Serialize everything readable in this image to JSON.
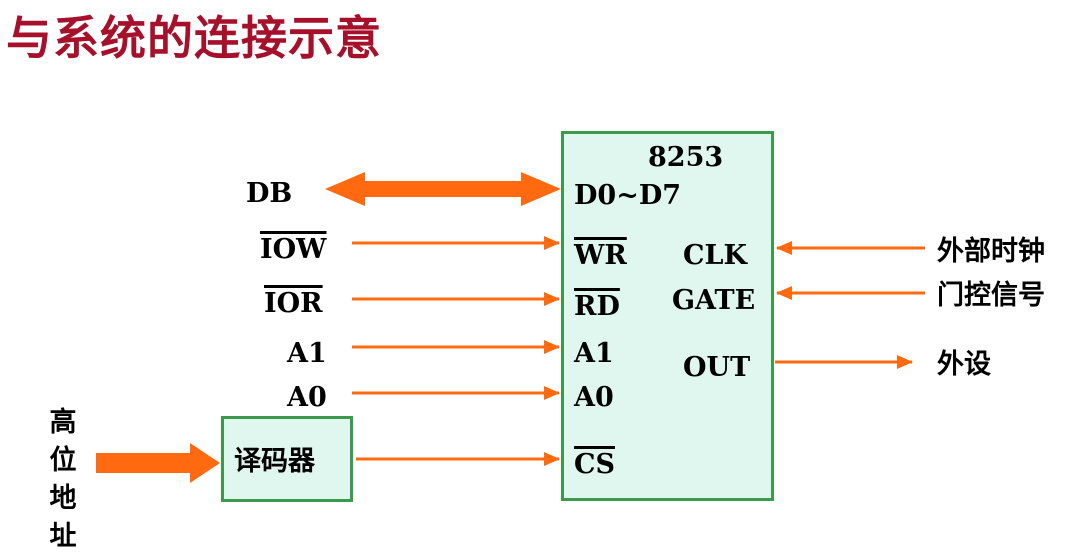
{
  "title": "与系统的连接示意",
  "chip": {
    "name": "8253",
    "pins_left": {
      "data": "D0~D7",
      "wr": "WR",
      "rd": "RD",
      "a1": "A1",
      "a0": "A0",
      "cs": "CS"
    },
    "pins_right": {
      "clk": "CLK",
      "gate": "GATE",
      "out": "OUT"
    }
  },
  "bus_signals": {
    "db": "DB",
    "iow": "IOW",
    "ior": "IOR",
    "a1": "A1",
    "a0": "A0"
  },
  "decoder": {
    "label": "译码器"
  },
  "high_address": [
    "高",
    "位",
    "地",
    "址"
  ],
  "external": {
    "clock": "外部时钟",
    "gate_signal": "门控信号",
    "device": "外设"
  },
  "colors": {
    "title": "#a6102b",
    "arrow": "#ff6a10",
    "box_fill": "#dff7ef",
    "box_border": "#3c9a4d"
  }
}
